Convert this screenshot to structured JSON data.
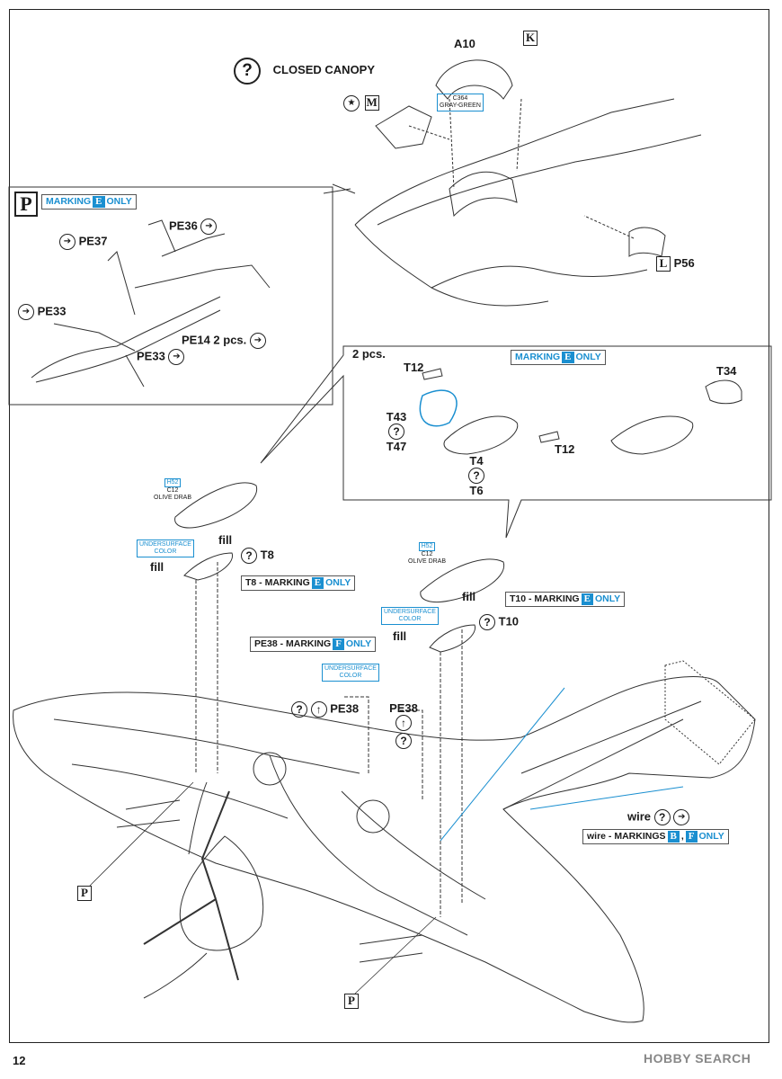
{
  "page": {
    "number": "12"
  },
  "canopy": {
    "closed_label": "CLOSED CANOPY",
    "part_a10": "A10",
    "letter_k": "K",
    "letter_m": "M",
    "color_code": "C364",
    "color_name": "GRAY-GREEN",
    "part_p56": "P56",
    "letter_l": "L"
  },
  "detail_p": {
    "letter": "P",
    "marking_prefix": "MARKING",
    "marking_letter": "E",
    "marking_suffix": "ONLY",
    "parts": {
      "pe37": "PE37",
      "pe36": "PE36",
      "pe33a": "PE33",
      "pe33b": "PE33",
      "pe14": "PE14  2 pcs."
    }
  },
  "bomb_detail": {
    "qty": "2 pcs.",
    "marking_prefix": "MARKING",
    "marking_letter": "E",
    "marking_suffix": "ONLY",
    "parts": {
      "t12a": "T12",
      "t12b": "T12",
      "t43": "T43",
      "t47": "T47",
      "t4": "T4",
      "t6": "T6",
      "t34": "T34"
    }
  },
  "left_bomb": {
    "h_code": "H52",
    "c_code": "C12",
    "color_name": "OLIVE DRAB",
    "undersurface_line1": "UNDERSURFACE",
    "undersurface_line2": "COLOR",
    "fill_a": "fill",
    "fill_b": "fill",
    "part": "T8",
    "note_prefix": "T8 - MARKING",
    "note_letter": "E",
    "note_suffix": "ONLY"
  },
  "right_bomb": {
    "h_code": "H52",
    "c_code": "C12",
    "color_name": "OLIVE DRAB",
    "undersurface_line1": "UNDERSURFACE",
    "undersurface_line2": "COLOR",
    "fill_a": "fill",
    "fill_b": "fill",
    "part": "T10",
    "note_prefix": "T10 - MARKING",
    "note_letter": "E",
    "note_suffix": "ONLY"
  },
  "pe38": {
    "note_prefix": "PE38 - MARKING",
    "note_letter": "F",
    "note_suffix": "ONLY",
    "undersurface_line1": "UNDERSURFACE",
    "undersurface_line2": "COLOR",
    "part_a": "PE38",
    "part_b": "PE38"
  },
  "wire": {
    "label": "wire",
    "note_prefix": "wire - MARKINGS",
    "note_letter1": "B",
    "note_letter2": "F",
    "note_suffix": "ONLY"
  },
  "callouts": {
    "p_left": "P",
    "p_bottom": "P"
  },
  "symbols": {
    "question": "?",
    "etch": "➔",
    "star": "★",
    "up": "↑"
  },
  "footer": {
    "logo_text": "HOBBY SEARCH"
  },
  "colors": {
    "accent": "#1a8fd0",
    "line": "#333333"
  }
}
